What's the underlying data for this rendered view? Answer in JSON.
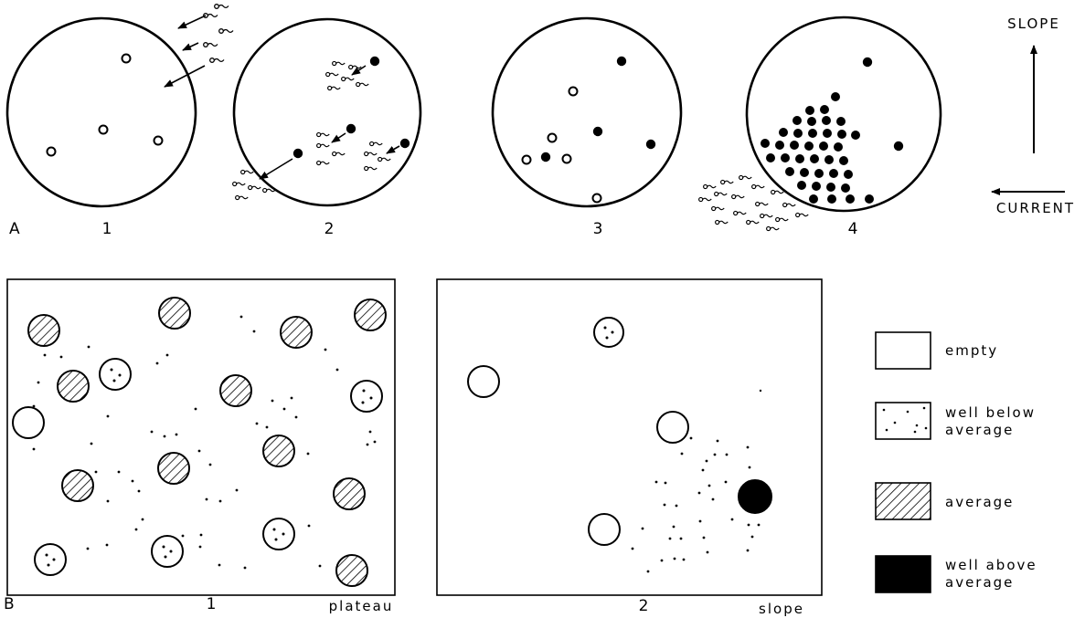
{
  "panel_a": {
    "label": "A",
    "frames": [
      {
        "number": "1"
      },
      {
        "number": "2"
      },
      {
        "number": "3"
      },
      {
        "number": "4"
      }
    ],
    "direction_key": {
      "slope_label": "SLOPE",
      "current_label": "CURRENT"
    }
  },
  "panel_b": {
    "label": "B",
    "maps": [
      {
        "number": "1",
        "caption": "plateau"
      },
      {
        "number": "2",
        "caption": "slope"
      }
    ],
    "legend": [
      {
        "key": "empty",
        "lines": [
          "empty"
        ]
      },
      {
        "key": "well_below_average",
        "lines": [
          "well below",
          "average"
        ]
      },
      {
        "key": "average",
        "lines": [
          "average"
        ]
      },
      {
        "key": "well_above_average",
        "lines": [
          "well above",
          "average"
        ]
      }
    ]
  },
  "colors": {
    "ink": "#000000",
    "paper": "#ffffff"
  }
}
